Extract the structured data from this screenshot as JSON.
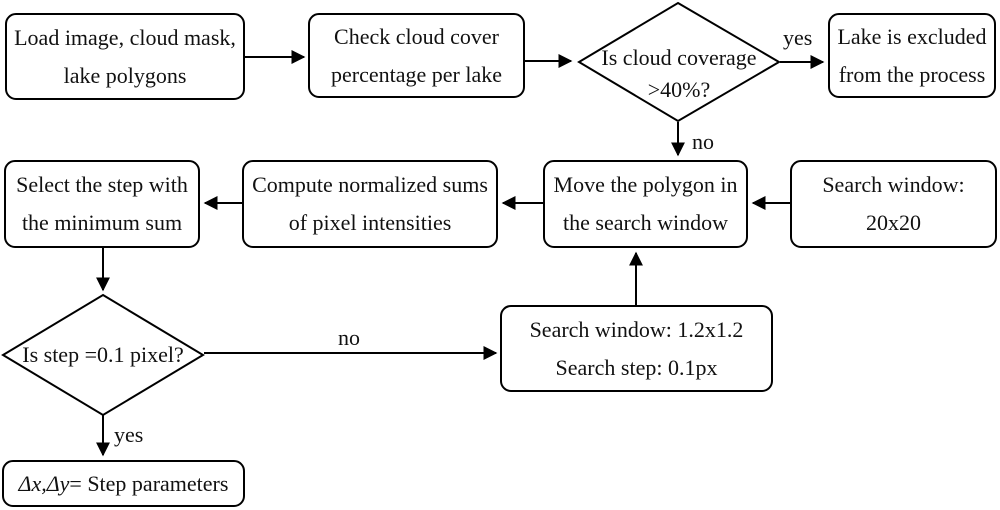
{
  "diagram": {
    "background_color": "#ffffff",
    "line_color": "#000000",
    "text_color": "#111111"
  },
  "nodes": {
    "load": {
      "lines": [
        "Load image, cloud mask,",
        "lake polygons"
      ]
    },
    "check_cover": {
      "lines": [
        "Check cloud cover",
        "percentage per lake"
      ]
    },
    "cloud_decision": {
      "lines": [
        "Is cloud coverage",
        ">40%?"
      ]
    },
    "excluded": {
      "lines": [
        "Lake is excluded",
        "from the process"
      ]
    },
    "search_window_20": {
      "lines": [
        "Search window:",
        "20x20"
      ]
    },
    "move_polygon": {
      "lines": [
        "Move the polygon in",
        "the search window"
      ]
    },
    "compute_sums": {
      "lines": [
        "Compute normalized sums",
        "of pixel intensities"
      ]
    },
    "select_step": {
      "lines": [
        "Select the step with",
        "the minimum sum"
      ]
    },
    "step_decision": {
      "lines": [
        "Is step =0.1 pixel?"
      ]
    },
    "search_window_12": {
      "lines": [
        "Search window: 1.2x1.2",
        "Search step: 0.1px"
      ]
    },
    "step_params": {
      "italic_part": "Δx,Δy",
      "rest_part": "= Step parameters"
    }
  },
  "edge_labels": {
    "cloud_yes": "yes",
    "cloud_no": "no",
    "step_no": "no",
    "step_yes": "yes"
  }
}
